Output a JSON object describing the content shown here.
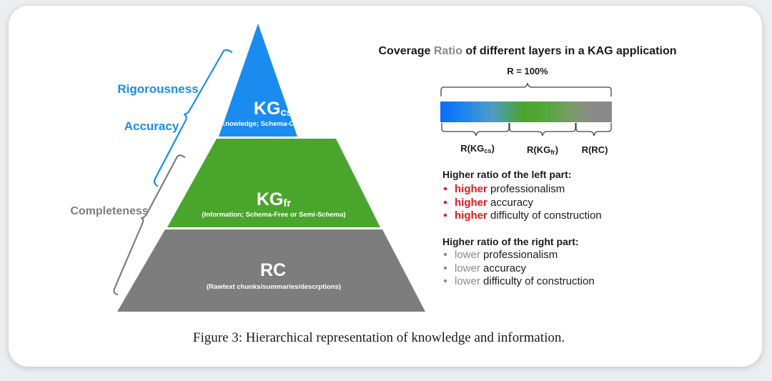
{
  "colors": {
    "blue": "#1a8cf0",
    "green": "#4aa52c",
    "gray": "#7d7d7d",
    "red": "#e5161d",
    "dark": "#1a1a1a",
    "ratio_gray": "#8a8a8a"
  },
  "pyramid": {
    "top": {
      "main": "KG",
      "sub": "cs",
      "desc": "(Knowledge; Schema-Constraint)"
    },
    "middle": {
      "main": "KG",
      "sub": "fr",
      "desc": "(Information; Schema-Free or Semi-Schema)"
    },
    "bottom": {
      "main": "RC",
      "desc": "(Rawtext chunks/summaries/descrptions)"
    }
  },
  "brackets": {
    "rigorousness": "Rigorousness",
    "accuracy": "Accuracy",
    "completeness": "Completeness"
  },
  "coverage": {
    "title_prefix": "Coverage ",
    "title_highlight": "Ratio",
    "title_suffix": " of different layers in a KAG application",
    "total": "R = 100%",
    "seg1_main": "R(KG",
    "seg1_sub": "cs",
    "seg1_end": ")",
    "seg2_main": "R(KG",
    "seg2_sub": "fr",
    "seg2_end": ")",
    "seg3": "R(RC)"
  },
  "left_part": {
    "heading": "Higher ratio of the left part:",
    "items": [
      {
        "qualifier": "higher",
        "rest": " professionalism"
      },
      {
        "qualifier": "higher",
        "rest": " accuracy"
      },
      {
        "qualifier": "higher",
        "rest": " difficulty of construction"
      }
    ]
  },
  "right_part": {
    "heading": "Higher ratio of the right part:",
    "items": [
      {
        "qualifier": "lower",
        "rest": " professionalism"
      },
      {
        "qualifier": "lower",
        "rest": " accuracy"
      },
      {
        "qualifier": "lower",
        "rest": " difficulty of construction"
      }
    ]
  },
  "caption": "Figure 3: Hierarchical representation of knowledge and information."
}
